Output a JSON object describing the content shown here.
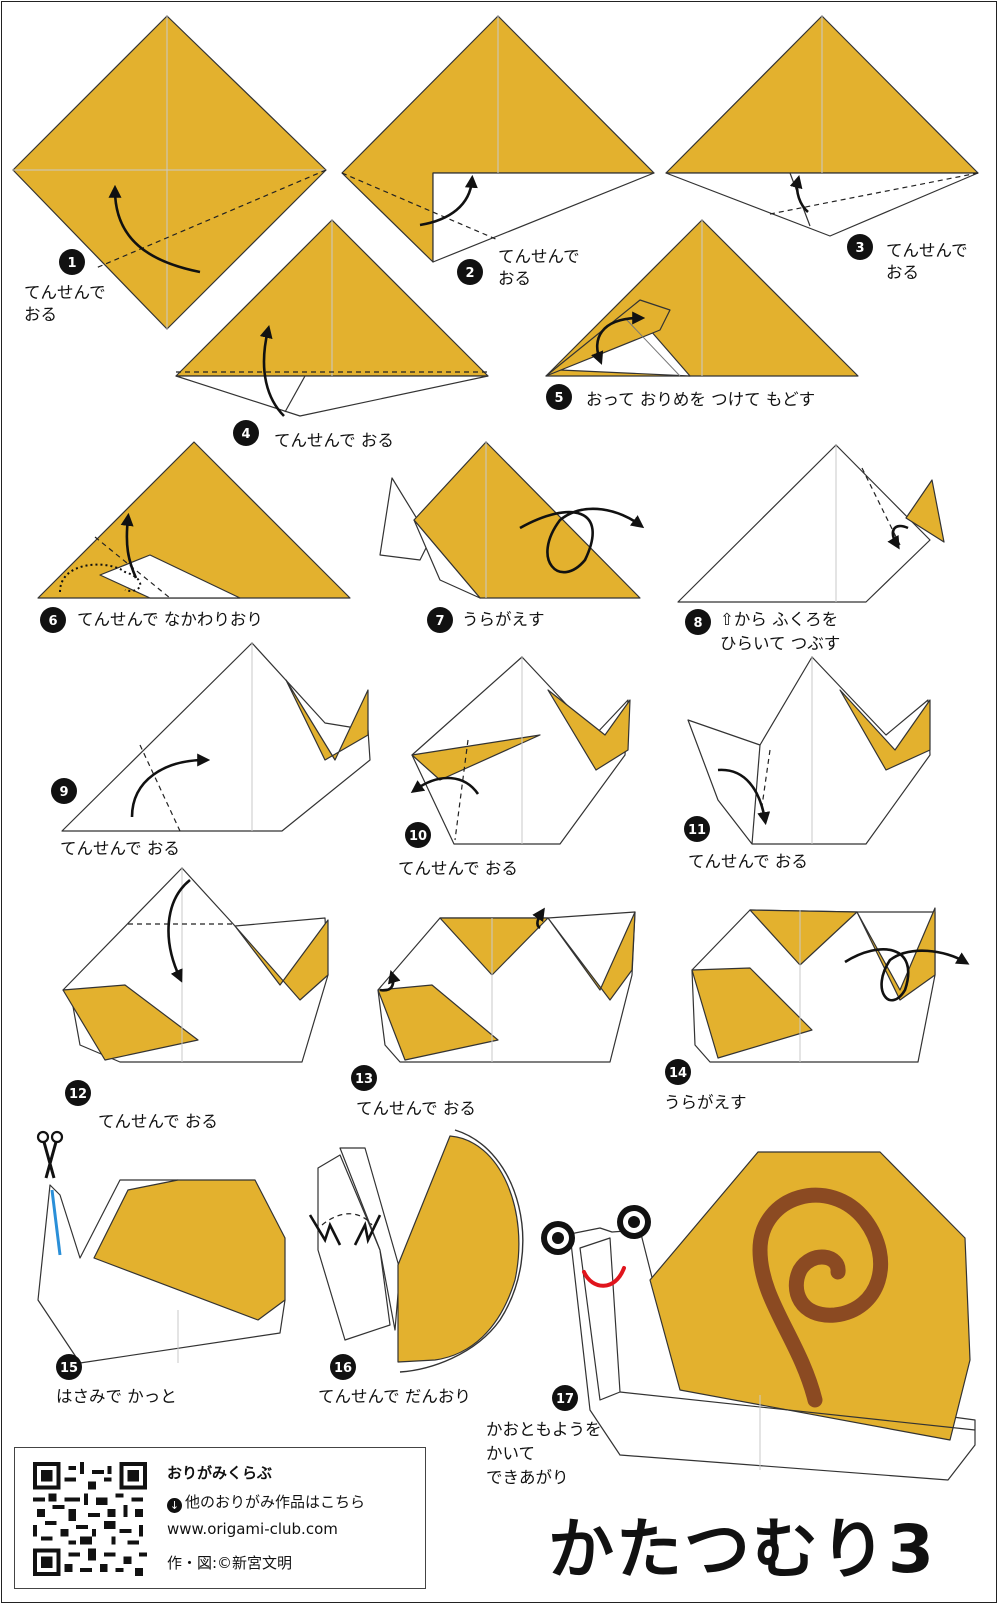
{
  "colors": {
    "paper": "#e3b12e",
    "shell_spiral": "#8b4a22",
    "mouth": "#e0151d",
    "cut_line": "#2a8fd8"
  },
  "steps": [
    {
      "number": "1",
      "lines": [
        "てんせんで",
        "おる"
      ]
    },
    {
      "number": "2",
      "lines": [
        "てんせんで",
        "おる"
      ]
    },
    {
      "number": "3",
      "lines": [
        "てんせんで",
        "おる"
      ]
    },
    {
      "number": "4",
      "lines": [
        "てんせんで おる"
      ]
    },
    {
      "number": "5",
      "lines": [
        "おって おりめを つけて もどす"
      ]
    },
    {
      "number": "6",
      "lines": [
        "てんせんで なかわりおり"
      ]
    },
    {
      "number": "7",
      "lines": [
        "うらがえす"
      ]
    },
    {
      "number": "8",
      "lines": [
        "⇧から ふくろを",
        "ひらいて つぶす"
      ]
    },
    {
      "number": "9",
      "lines": [
        "てんせんで おる"
      ]
    },
    {
      "number": "10",
      "lines": [
        "てんせんで おる"
      ]
    },
    {
      "number": "11",
      "lines": [
        "てんせんで おる"
      ]
    },
    {
      "number": "12",
      "lines": [
        "てんせんで おる"
      ]
    },
    {
      "number": "13",
      "lines": [
        "てんせんで おる"
      ]
    },
    {
      "number": "14",
      "lines": [
        "うらがえす"
      ]
    },
    {
      "number": "15",
      "lines": [
        "はさみで かっと"
      ]
    },
    {
      "number": "16",
      "lines": [
        "てんせんで だんおり"
      ]
    },
    {
      "number": "17",
      "lines": [
        "かおともようを",
        "かいて",
        "できあがり"
      ]
    }
  ],
  "icons": {
    "scissors": "scissors-icon"
  },
  "credit": {
    "site_name": "おりがみくらぶ",
    "more_link": "他のおりがみ作品はこちら",
    "url": "www.origami-club.com",
    "author": "作・図:©新宮文明"
  },
  "title": "かたつむり3"
}
